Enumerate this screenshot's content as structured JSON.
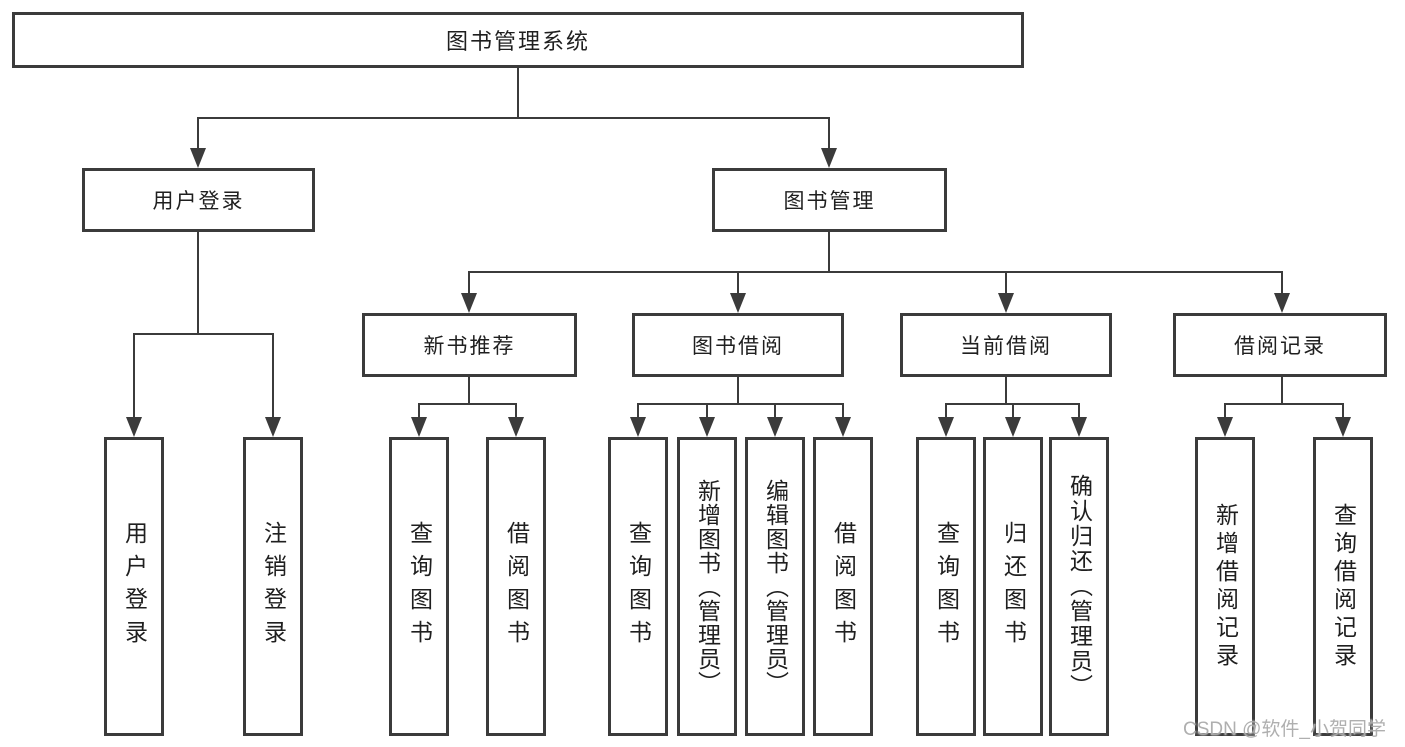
{
  "diagram_title": "图书管理系统",
  "tree": {
    "label": "图书管理系统",
    "children": [
      {
        "label": "用户登录",
        "children": [
          {
            "label": "用户登录"
          },
          {
            "label": "注销登录"
          }
        ]
      },
      {
        "label": "图书管理",
        "children": [
          {
            "label": "新书推荐",
            "children": [
              {
                "label": "查询图书"
              },
              {
                "label": "借阅图书"
              }
            ]
          },
          {
            "label": "图书借阅",
            "children": [
              {
                "label": "查询图书"
              },
              {
                "label": "新增图书（管理员）"
              },
              {
                "label": "编辑图书（管理员）"
              },
              {
                "label": "借阅图书"
              }
            ]
          },
          {
            "label": "当前借阅",
            "children": [
              {
                "label": "查询图书"
              },
              {
                "label": "归还图书"
              },
              {
                "label": "确认归还（管理员）"
              }
            ]
          },
          {
            "label": "借阅记录",
            "children": [
              {
                "label": "新增借阅记录"
              },
              {
                "label": "查询借阅记录"
              }
            ]
          }
        ]
      }
    ]
  },
  "watermark": "CSDN @软件_小贺同学",
  "colors": {
    "line": "#3b3b3b",
    "text": "#1f1f1f",
    "watermark": "#a8a8a8",
    "background": "#ffffff"
  }
}
